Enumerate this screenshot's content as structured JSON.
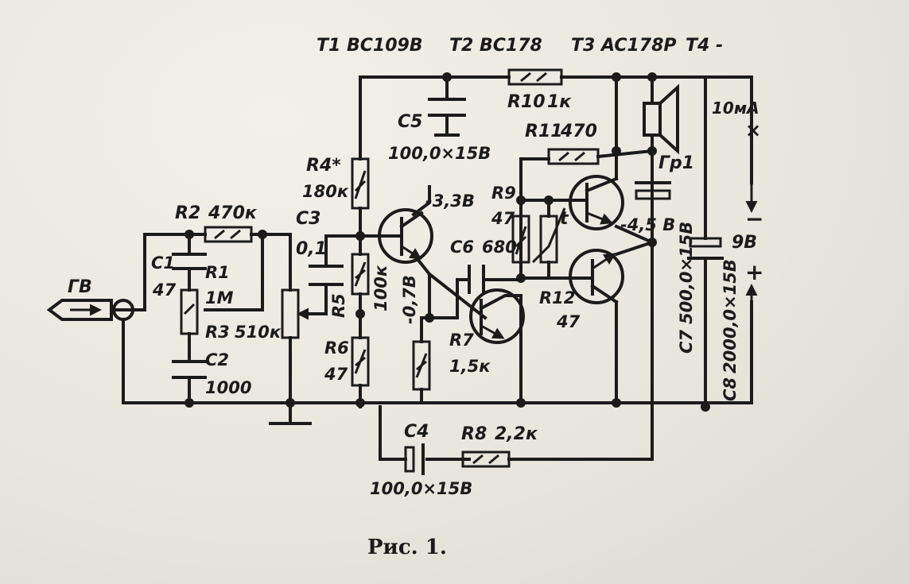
{
  "transistors": {
    "t1": "T1 BC109B",
    "t2": "T2 BC178",
    "t3": "T3 AC178P",
    "t4": "T4 -"
  },
  "resistors": {
    "r1": {
      "name": "R1",
      "value": "1M"
    },
    "r2": {
      "name": "R2",
      "value": "470к"
    },
    "r3": {
      "name": "R3",
      "value": "510к"
    },
    "r4": {
      "name": "R4*",
      "value": "180к"
    },
    "r5": {
      "name": "R5",
      "value": "100к"
    },
    "r6": {
      "name": "R6",
      "value": "47"
    },
    "r7": {
      "name": "R7",
      "value": "1,5к"
    },
    "r8": {
      "name": "R8",
      "value": "2,2к"
    },
    "r9": {
      "name": "R9",
      "value": "47"
    },
    "r10": {
      "name": "R10",
      "value": "1к"
    },
    "r11": {
      "name": "R11",
      "value": "470"
    },
    "r12": {
      "name": "R12",
      "value": "47"
    }
  },
  "capacitors": {
    "c1": {
      "name": "C1",
      "value": "47"
    },
    "c2": {
      "name": "C2",
      "value": "1000"
    },
    "c3": {
      "name": "C3",
      "value": "0,1"
    },
    "c4": {
      "name": "C4",
      "value": "100,0×15В"
    },
    "c5": {
      "name": "C5",
      "value": "100,0×15В"
    },
    "c6": {
      "name": "C6",
      "value": "680"
    },
    "c7": {
      "name": "C7",
      "value": "500,0×15В"
    },
    "c8": {
      "name": "C8",
      "value": "2000,0×15В"
    }
  },
  "voltages": {
    "t1_collector": "-3,3В",
    "t1_emitter": "-0,7В",
    "output": "-4,5 В"
  },
  "misc": {
    "pickup": "ГВ",
    "speaker": "Гр1",
    "current": "10мА",
    "supply": "9В",
    "thermistor": "t",
    "minus": "−",
    "plus": "+",
    "cross": "×"
  },
  "caption": "Рис. 1."
}
